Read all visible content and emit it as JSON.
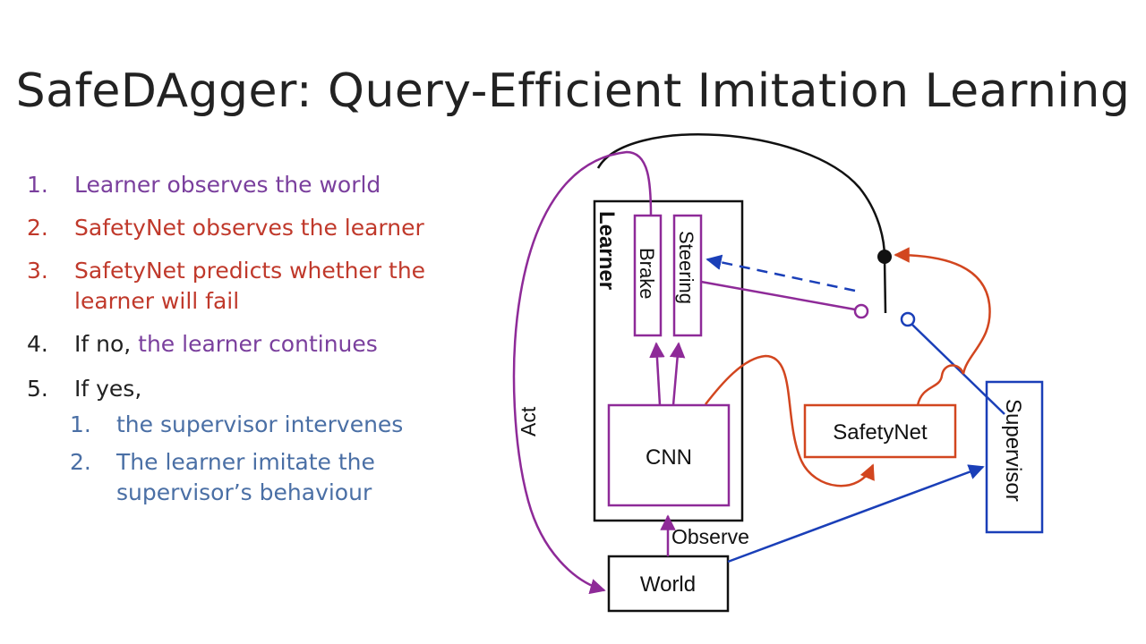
{
  "title": "SafeDAgger: Query-Efficient Imitation Learning",
  "steps": [
    {
      "num": "1.",
      "parts": [
        {
          "text": "Learner observes the world",
          "color": "#7a3f9d"
        }
      ]
    },
    {
      "num": "2.",
      "parts": [
        {
          "text": "SafetyNet observes the learner",
          "color": "#c0392b"
        }
      ]
    },
    {
      "num": "3.",
      "parts": [
        {
          "text": "SafetyNet predicts whether the",
          "color": "#c0392b"
        },
        {
          "text": "learner will fail",
          "color": "#c0392b"
        }
      ]
    },
    {
      "num": "4.",
      "parts": [
        {
          "text": "If no, ",
          "color": "#222222"
        },
        {
          "text": "the learner continues",
          "color": "#7a3f9d"
        }
      ]
    },
    {
      "num": "5.",
      "parts": [
        {
          "text": "If yes,",
          "color": "#222222"
        }
      ]
    }
  ],
  "substeps": [
    {
      "num": "1.",
      "lines": [
        "the supervisor intervenes"
      ]
    },
    {
      "num": "2.",
      "lines": [
        "The learner imitate the",
        "supervisor’s behaviour"
      ]
    }
  ],
  "colors": {
    "purple": "#8e2a98",
    "red": "#d2461f",
    "blue": "#1a3fb8",
    "black": "#111111",
    "substep_text": "#4a6fa5"
  },
  "diagram": {
    "learner_label": "Learner",
    "brake_label": "Brake",
    "steering_label": "Steering",
    "cnn_label": "CNN",
    "safetynet_label": "SafetyNet",
    "supervisor_label": "Supervisor",
    "world_label": "World",
    "observe_label": "Observe",
    "act_label": "Act"
  }
}
